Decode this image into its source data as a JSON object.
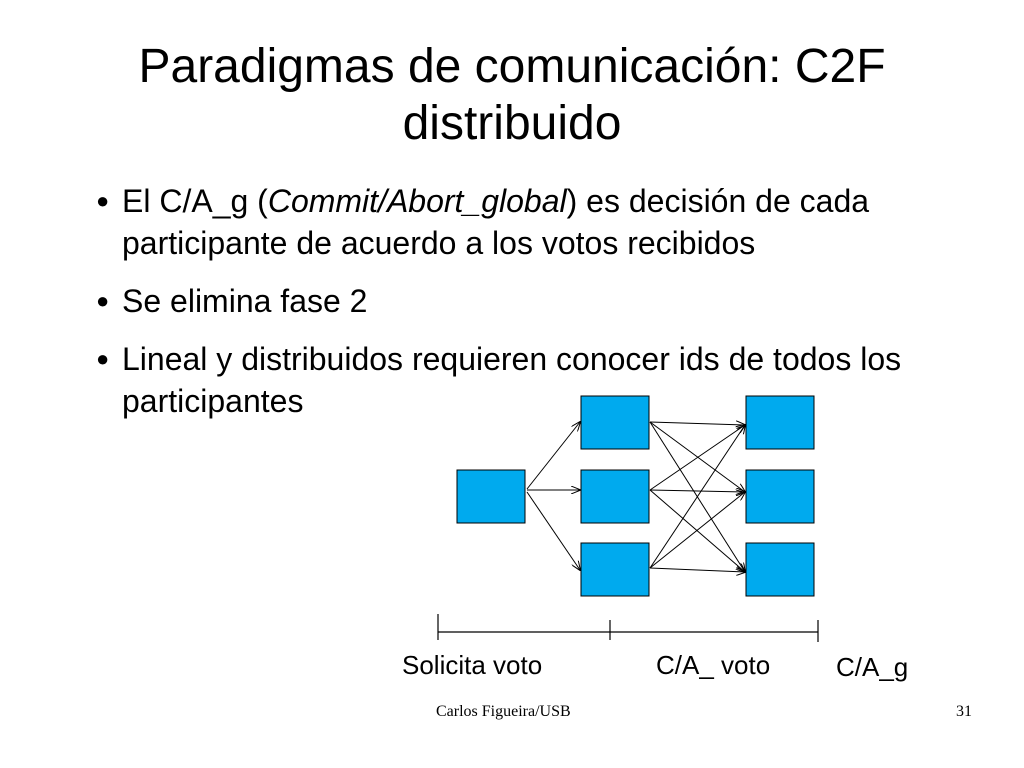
{
  "slide": {
    "title_line1": "Paradigmas de comunicación: C2F",
    "title_line2": "distribuido",
    "bullet_char": "●",
    "bullets": [
      {
        "pre": "El C/A_g (",
        "emph": "Commit/Abort_global",
        "post": ") es decisión de cada participante de acuerdo a los votos recibidos"
      },
      {
        "text": "Se elimina fase 2"
      },
      {
        "text": "Lineal y distribuidos requieren conocer ids de todos los participantes"
      }
    ],
    "diagram": {
      "box_color": "#00aaee",
      "labels": [
        "Solicita voto",
        "C/A_ voto",
        "C/A_g"
      ]
    },
    "footer": {
      "author": "Carlos Figueira/USB",
      "page": "31"
    }
  }
}
